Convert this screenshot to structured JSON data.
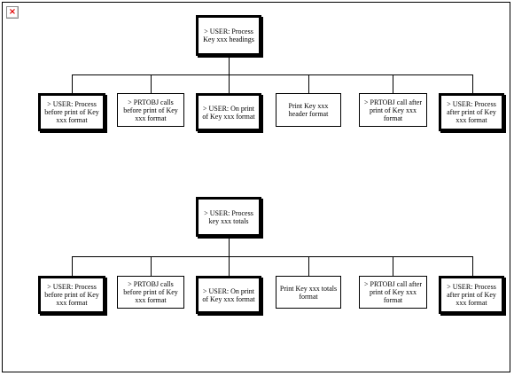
{
  "page": {
    "broken_image_icon": "×",
    "colors": {
      "line": "#000000",
      "background": "#ffffff",
      "broken_icon": "#e00000"
    }
  },
  "diagram": {
    "groups": [
      {
        "root": "> USER: Process Key xxx headings",
        "children": [
          {
            "label": "> USER: Process before print of Key xxx format",
            "kind": "user"
          },
          {
            "label": "> PRTOBJ calls before print of Key xxx format",
            "kind": "plain"
          },
          {
            "label": "> USER: On print of Key xxx format",
            "kind": "user"
          },
          {
            "label": "Print Key xxx header format",
            "kind": "plain"
          },
          {
            "label": "> PRTOBJ call after print of Key xxx format",
            "kind": "plain"
          },
          {
            "label": "> USER: Process after print of Key xxx format",
            "kind": "user"
          }
        ]
      },
      {
        "root": "> USER: Process key xxx totals",
        "children": [
          {
            "label": "> USER: Process before print of Key xxx format",
            "kind": "user"
          },
          {
            "label": "> PRTOBJ calls before print of Key xxx format",
            "kind": "plain"
          },
          {
            "label": "> USER: On print of Key xxx format",
            "kind": "user"
          },
          {
            "label": "Print Key xxx totals format",
            "kind": "plain"
          },
          {
            "label": "> PRTOBJ call after print of Key xxx format",
            "kind": "plain"
          },
          {
            "label": "> USER: Process after print of Key xxx format",
            "kind": "user"
          }
        ]
      }
    ]
  }
}
